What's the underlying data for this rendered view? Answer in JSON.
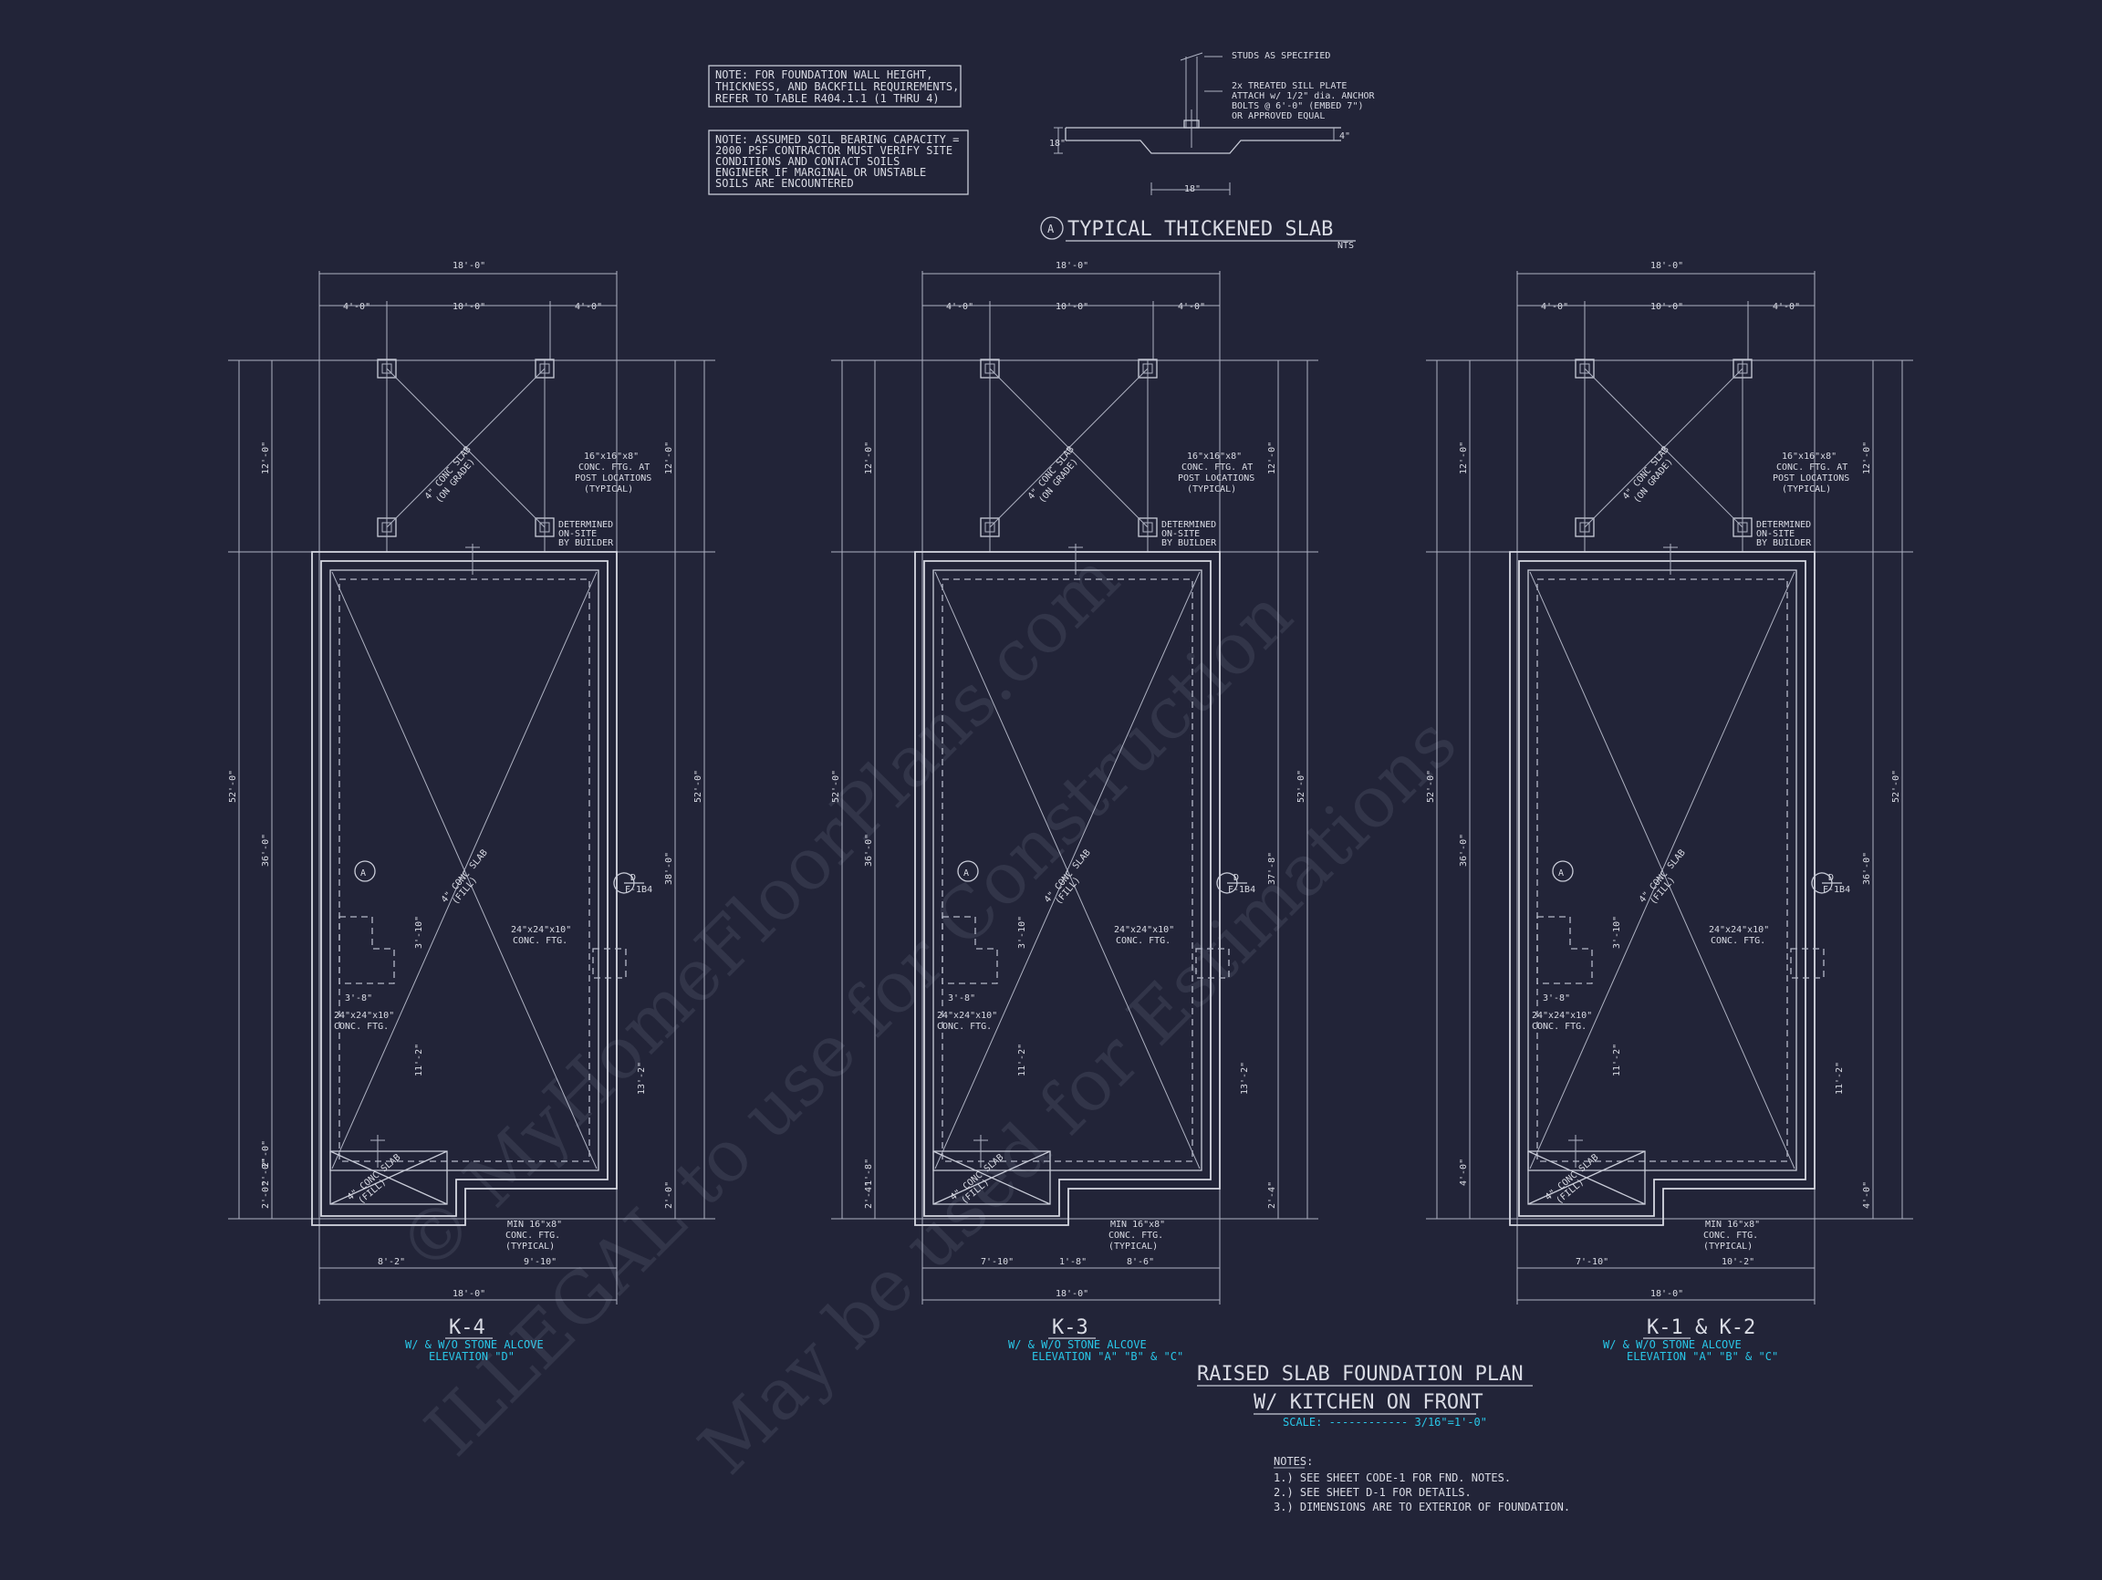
{
  "notes_boxes": {
    "note1": [
      "NOTE: FOR FOUNDATION WALL HEIGHT,",
      "THICKNESS, AND BACKFILL REQUIREMENTS,",
      "REFER TO TABLE R404.1.1 (1 THRU 4)"
    ],
    "note2": [
      "NOTE: ASSUMED SOIL BEARING CAPACITY =",
      "2000 PSF CONTRACTOR MUST VERIFY SITE",
      "CONDITIONS AND CONTACT SOILS",
      "ENGINEER IF MARGINAL OR UNSTABLE",
      "SOILS ARE ENCOUNTERED"
    ]
  },
  "detail": {
    "marker": "A",
    "title": "TYPICAL THICKENED SLAB",
    "scale": "NTS",
    "studs": "STUDS AS SPECIFIED",
    "sill": [
      "2x TREATED SILL PLATE",
      "ATTACH w/ 1/2\" dia. ANCHOR",
      "BOLTS @ 6'-0\" (EMBED 7\")",
      "OR APPROVED EQUAL"
    ],
    "dim_width": "18\"",
    "dim_depth": "18\"",
    "dim_slab": "4\""
  },
  "plans": [
    {
      "name": "K-4",
      "subtitle": [
        "W/ & W/O STONE ALCOVE",
        "ELEVATION \"D\""
      ],
      "dims_top": {
        "overall": "18'-0\"",
        "left": "4'-0\"",
        "mid": "10'-0\"",
        "right": "4'-0\""
      },
      "dims_bottom": {
        "overall": "18'-0\"",
        "left": "8'-2\"",
        "right": "9'-10\""
      },
      "dims_left": {
        "overall": "52'-0\"",
        "porch": "12'-0\"",
        "main": "36'-0\"",
        "b1": "2'-0\"",
        "b2": "2'-0\"",
        "b3": "2'-0\""
      },
      "dims_right": {
        "overall": "52'-0\"",
        "porch": "12'-0\"",
        "main": "38'-0\"",
        "r1": "13'-2\"",
        "r2": "2'-0\""
      },
      "inner": {
        "a": "3'-8\"",
        "b": "3'-10\"",
        "c": "11'-2\""
      }
    },
    {
      "name": "K-3",
      "subtitle": [
        "W/ & W/O STONE ALCOVE",
        "ELEVATION \"A\" \"B\" & \"C\""
      ],
      "dims_top": {
        "overall": "18'-0\"",
        "left": "4'-0\"",
        "mid": "10'-0\"",
        "right": "4'-0\""
      },
      "dims_bottom": {
        "overall": "18'-0\"",
        "left": "7'-10\"",
        "mid": "1'-8\"",
        "right": "8'-6\""
      },
      "dims_left": {
        "overall": "52'-0\"",
        "porch": "12'-0\"",
        "main": "36'-0\"",
        "b1": "1'-8\"",
        "b2": "2'-4\""
      },
      "dims_right": {
        "overall": "52'-0\"",
        "porch": "12'-0\"",
        "main": "37'-8\"",
        "r1": "13'-2\"",
        "r2": "2'-4\""
      },
      "inner": {
        "a": "3'-8\"",
        "b": "3'-10\"",
        "c": "11'-2\""
      }
    },
    {
      "name": "K-1 & K-2",
      "subtitle": [
        "W/ & W/O STONE ALCOVE",
        "ELEVATION \"A\" \"B\" & \"C\""
      ],
      "dims_top": {
        "overall": "18'-0\"",
        "left": "4'-0\"",
        "mid": "10'-0\"",
        "right": "4'-0\""
      },
      "dims_bottom": {
        "overall": "18'-0\"",
        "left": "7'-10\"",
        "right": "10'-2\""
      },
      "dims_left": {
        "overall": "52'-0\"",
        "porch": "12'-0\"",
        "main": "36'-0\"",
        "b1": "4'-0\""
      },
      "dims_right": {
        "overall": "52'-0\"",
        "porch": "12'-0\"",
        "main": "36'-0\"",
        "r1": "11'-2\"",
        "r2": "4'-0\""
      },
      "inner": {
        "a": "3'-8\"",
        "b": "3'-10\"",
        "c": "11'-2\""
      }
    }
  ],
  "callouts": {
    "post_ftg": [
      "16\"x16\"x8\"",
      "CONC. FTG. AT",
      "POST LOCATIONS",
      "(TYPICAL)"
    ],
    "determined": [
      "DETERMINED",
      "ON-SITE",
      "BY BUILDER"
    ],
    "conc_slab_grade": [
      "4\" CONC SLAB",
      "(ON GRADE)"
    ],
    "conc_slab_fill": [
      "4\" CONC SLAB",
      "(FILL)"
    ],
    "ftg24": [
      "24\"x24\"x10\"",
      "CONC. FTG."
    ],
    "min_ftg": [
      "MIN 16\"x8\"",
      "CONC. FTG.",
      "(TYPICAL)"
    ],
    "section_ref": {
      "letter": "D",
      "sheet": "F-1B4"
    }
  },
  "main_title": {
    "line1": "RAISED SLAB FOUNDATION PLAN",
    "line2": "W/ KITCHEN ON FRONT",
    "scale": "SCALE: ------------ 3/16\"=1'-0\""
  },
  "general_notes": {
    "heading": "NOTES:",
    "items": [
      "1.) SEE SHEET CODE-1 FOR FND. NOTES.",
      "2.) SEE SHEET D-1 FOR DETAILS.",
      "3.) DIMENSIONS ARE TO EXTERIOR OF FOUNDATION."
    ]
  },
  "watermark": [
    "© MyHomeFloorPlans.com",
    "ILLEGAL to use for Construction",
    "May be used for Estimations"
  ],
  "colors": {
    "background": "#222438",
    "linework": "#c9ccd8",
    "accent_cyan": "#29c7e8"
  }
}
